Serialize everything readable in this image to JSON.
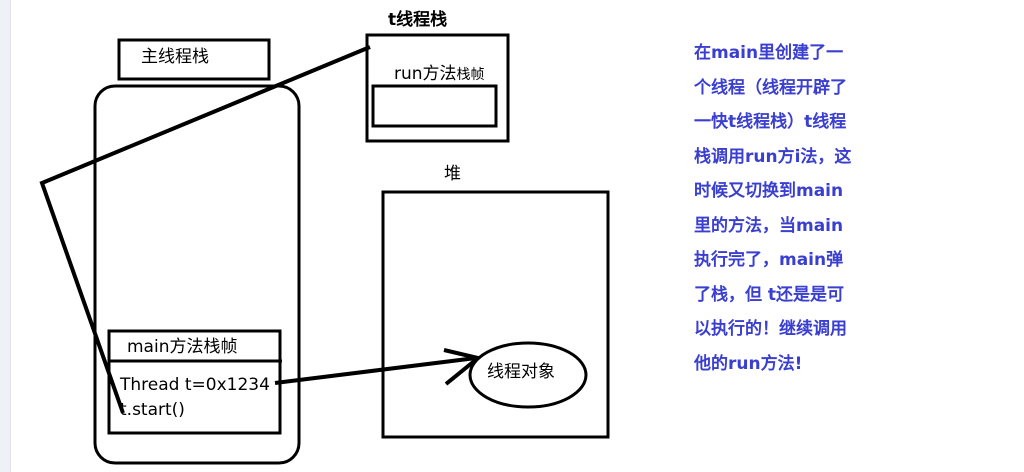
{
  "diagram": {
    "main_stack_label": "主线程栈",
    "t_stack_title": "t线程栈",
    "run_frame_label_main": "run方法",
    "run_frame_label_small": "栈帧",
    "heap_label": "堆",
    "main_frame_label": "main方法栈帧",
    "code_line1": "Thread t=0x1234",
    "code_line2": "t.start()",
    "thread_object_label": "线程对象"
  },
  "note": {
    "lines": [
      "在main里创建了一",
      "个线程（线程开辟了",
      "一快t线程栈）t线程",
      "栈调用run方i法，这",
      "时候又切换到main",
      "里的方法，当main",
      "执行完了，main弹",
      "了栈，但 t还是是可",
      "以执行的！继续调用",
      "他的run方法!"
    ],
    "color": "#3a3fcf"
  }
}
